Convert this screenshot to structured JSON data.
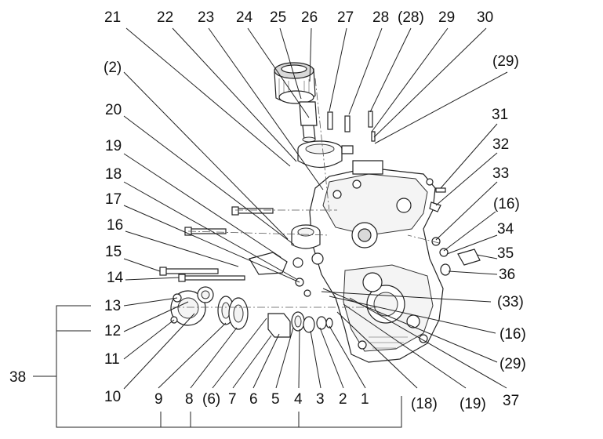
{
  "labels": {
    "l21": "21",
    "l22": "22",
    "l23": "23",
    "l24": "24",
    "l25": "25",
    "l26": "26",
    "l27": "27",
    "l28": "28",
    "l28p": "(28)",
    "l29": "29",
    "l30": "30",
    "l29p": "(29)",
    "l2p": "(2)",
    "l20": "20",
    "l19": "19",
    "l18": "18",
    "l17": "17",
    "l16": "16",
    "l15": "15",
    "l14": "14",
    "l13": "13",
    "l12": "12",
    "l11": "11",
    "l10": "10",
    "l38": "38",
    "l9": "9",
    "l8": "8",
    "l6p": "(6)",
    "l7": "7",
    "l6": "6",
    "l5": "5",
    "l4": "4",
    "l3": "3",
    "l2": "2",
    "l1": "1",
    "l18p": "(18)",
    "l19p": "(19)",
    "l37": "37",
    "l31": "31",
    "l32": "32",
    "l33": "33",
    "l16p": "(16)",
    "l34": "34",
    "l35": "35",
    "l36": "36",
    "l33p": "(33)",
    "l16p2": "(16)",
    "l29p2": "(29)"
  },
  "colors": {
    "line": "#222222",
    "text": "#111111",
    "background": "#ffffff"
  }
}
